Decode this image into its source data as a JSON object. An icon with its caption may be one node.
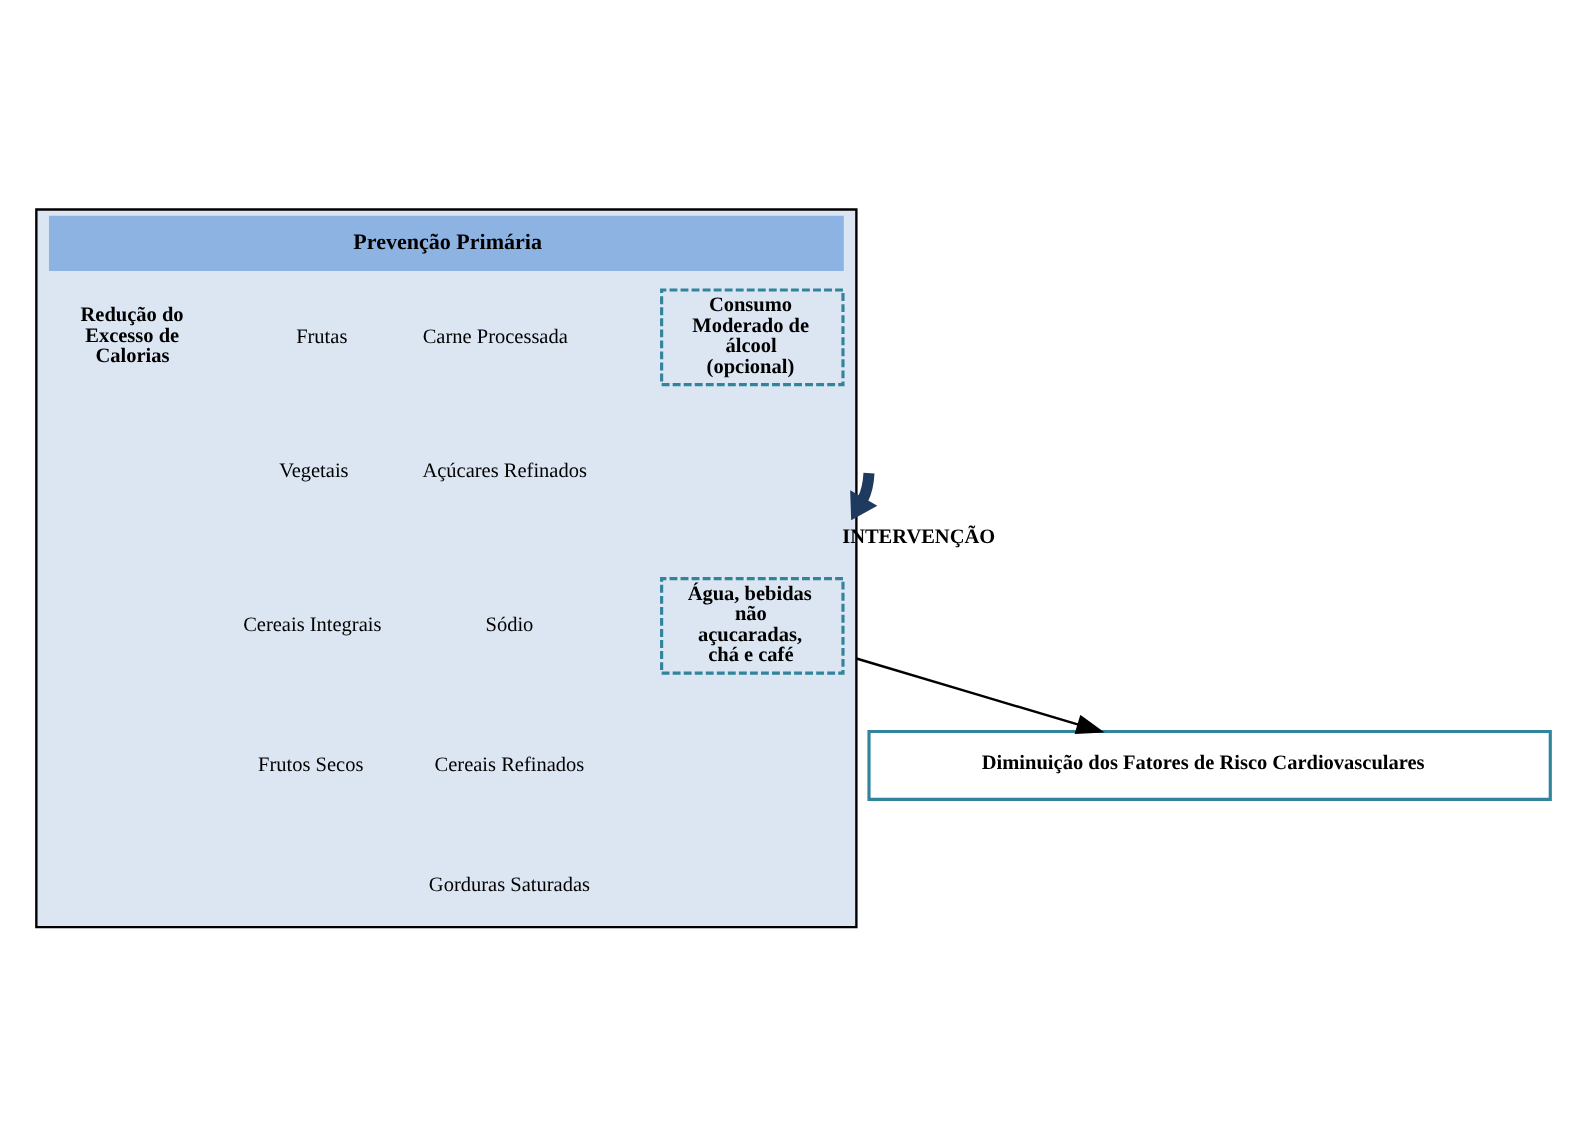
{
  "diagram": {
    "nodes": [
      {
        "text": [
          "Prevenção Primária"
        ]
      },
      {
        "text": [
          "Consumo Moderado de álcool (opcional)"
        ],
        "in": 0
      },
      {
        "text": [
          "Água, bebidas não açucaradas, chá e café"
        ],
        "in": 0
      },
      {
        "text": [
          "Diminuição dos Fatores de Risco Cardiovasculares"
        ]
      }
    ],
    "edges": [
      {
        "from": 0,
        "to": 3,
        "arrow": "to"
      },
      {
        "from": null,
        "to": 0,
        "arrow": "to",
        "label": "INTERVENÇÃO",
        "style": "thick",
        "color": "#1f3a5f"
      }
    ],
    "labels": [
      "Redução do Excesso de Calorias",
      "Frutas",
      "Vegetais",
      "Cereais Integrais",
      "Frutos Secos",
      "Carne Processada",
      "Açúcares Refinados",
      "Sódio",
      "Cereais Refinados",
      "Gorduras Saturadas"
    ]
  }
}
